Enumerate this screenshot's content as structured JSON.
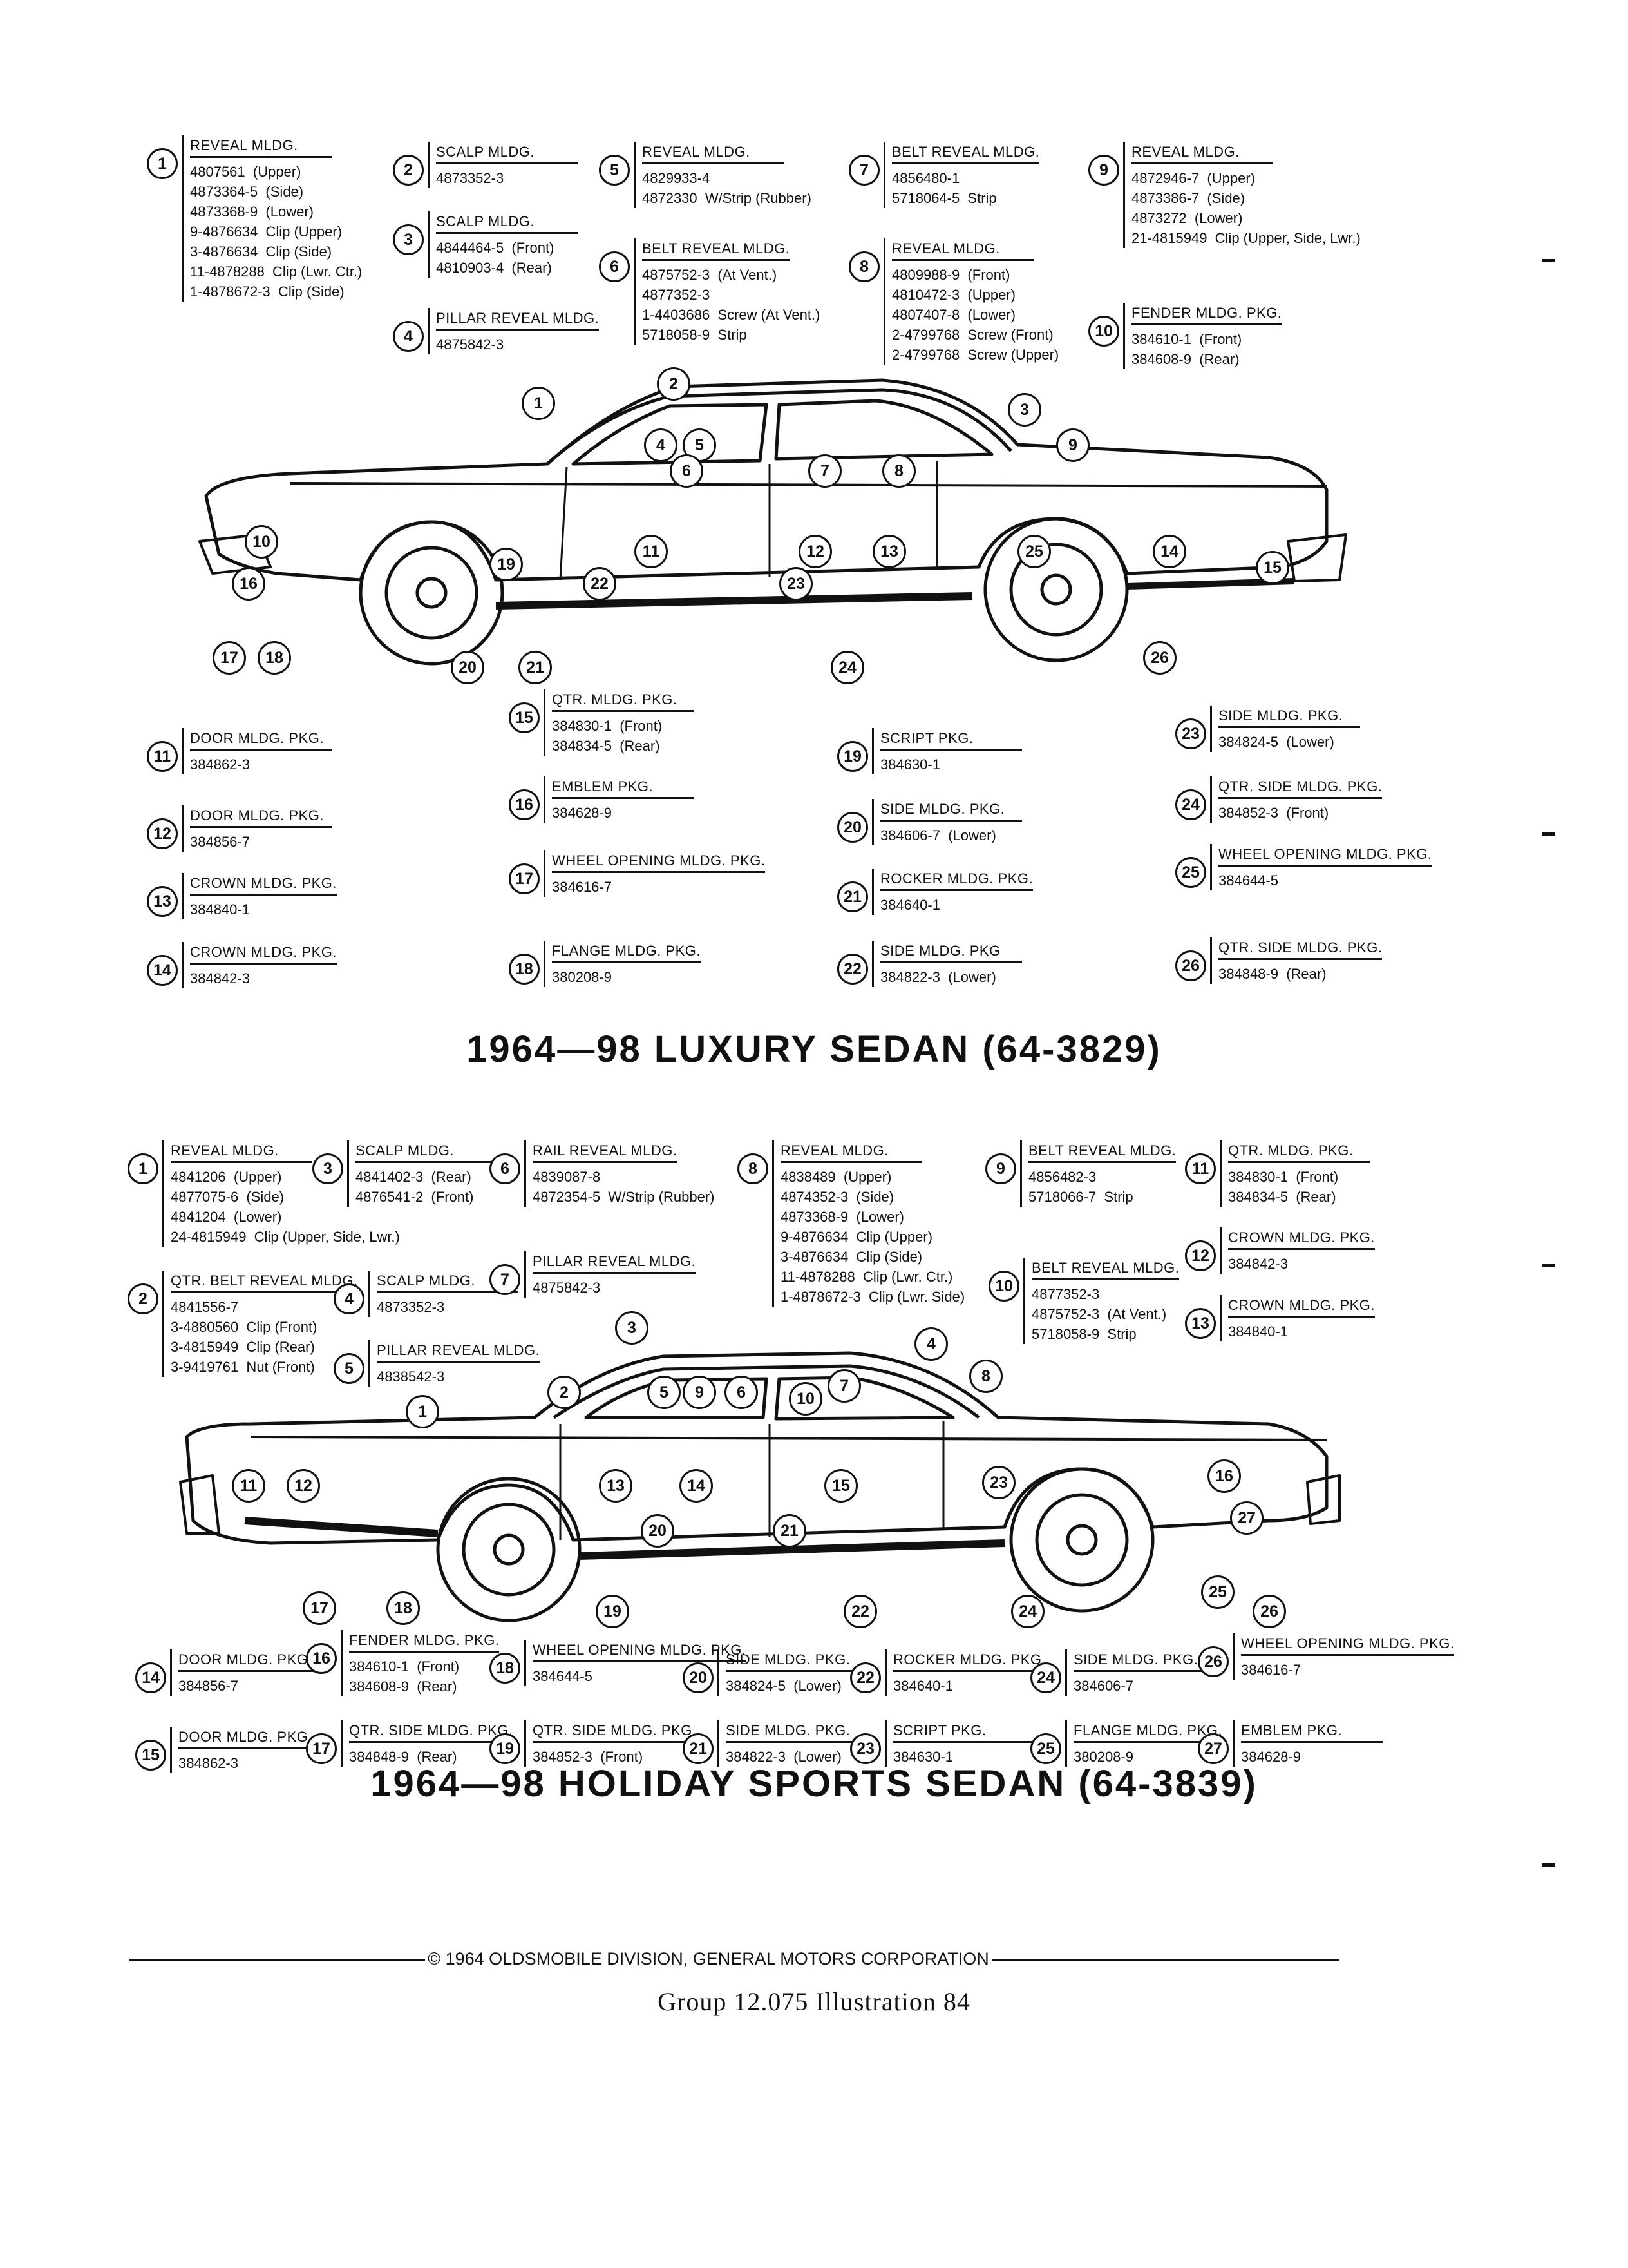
{
  "sedan": {
    "title": "1964—98 LUXURY SEDAN (64-3829)",
    "callouts": [
      {
        "n": "1",
        "title": "REVEAL MLDG.",
        "lines": [
          "4807561  (Upper)",
          "4873364-5  (Side)",
          "4873368-9  (Lower)",
          "9-4876634  Clip (Upper)",
          "3-4876634  Clip (Side)",
          "11-4878288  Clip (Lwr. Ctr.)",
          "1-4878672-3  Clip (Side)"
        ]
      },
      {
        "n": "2",
        "title": "SCALP MLDG.",
        "lines": [
          "4873352-3"
        ]
      },
      {
        "n": "3",
        "title": "SCALP MLDG.",
        "lines": [
          "4844464-5  (Front)",
          "4810903-4  (Rear)"
        ]
      },
      {
        "n": "4",
        "title": "PILLAR REVEAL MLDG.",
        "lines": [
          "4875842-3"
        ]
      },
      {
        "n": "5",
        "title": "REVEAL MLDG.",
        "lines": [
          "4829933-4",
          "4872330  W/Strip (Rubber)"
        ]
      },
      {
        "n": "6",
        "title": "BELT REVEAL MLDG.",
        "lines": [
          "4875752-3  (At Vent.)",
          "4877352-3",
          "1-4403686  Screw (At Vent.)",
          "5718058-9  Strip"
        ]
      },
      {
        "n": "7",
        "title": "BELT REVEAL MLDG.",
        "lines": [
          "4856480-1",
          "5718064-5  Strip"
        ]
      },
      {
        "n": "8",
        "title": "REVEAL MLDG.",
        "lines": [
          "4809988-9  (Front)",
          "4810472-3  (Upper)",
          "4807407-8  (Lower)",
          "2-4799768  Screw (Front)",
          "2-4799768  Screw (Upper)"
        ]
      },
      {
        "n": "9",
        "title": "REVEAL MLDG.",
        "lines": [
          "4872946-7  (Upper)",
          "4873386-7  (Side)",
          "4873272  (Lower)",
          "21-4815949  Clip (Upper, Side, Lwr.)"
        ]
      },
      {
        "n": "10",
        "title": "FENDER MLDG. PKG.",
        "lines": [
          "384610-1  (Front)",
          "384608-9  (Rear)"
        ]
      },
      {
        "n": "11",
        "title": "DOOR MLDG. PKG.",
        "lines": [
          "384862-3"
        ]
      },
      {
        "n": "12",
        "title": "DOOR MLDG. PKG.",
        "lines": [
          "384856-7"
        ]
      },
      {
        "n": "13",
        "title": "CROWN MLDG. PKG.",
        "lines": [
          "384840-1"
        ]
      },
      {
        "n": "14",
        "title": "CROWN MLDG. PKG.",
        "lines": [
          "384842-3"
        ]
      },
      {
        "n": "15",
        "title": "QTR. MLDG. PKG.",
        "lines": [
          "384830-1  (Front)",
          "384834-5  (Rear)"
        ]
      },
      {
        "n": "16",
        "title": "EMBLEM PKG.",
        "lines": [
          "384628-9"
        ]
      },
      {
        "n": "17",
        "title": "WHEEL OPENING MLDG. PKG.",
        "lines": [
          "384616-7"
        ]
      },
      {
        "n": "18",
        "title": "FLANGE MLDG. PKG.",
        "lines": [
          "380208-9"
        ]
      },
      {
        "n": "19",
        "title": "SCRIPT PKG.",
        "lines": [
          "384630-1"
        ]
      },
      {
        "n": "20",
        "title": "SIDE MLDG. PKG.",
        "lines": [
          "384606-7  (Lower)"
        ]
      },
      {
        "n": "21",
        "title": "ROCKER MLDG. PKG.",
        "lines": [
          "384640-1"
        ]
      },
      {
        "n": "22",
        "title": "SIDE MLDG. PKG",
        "lines": [
          "384822-3  (Lower)"
        ]
      },
      {
        "n": "23",
        "title": "SIDE MLDG. PKG.",
        "lines": [
          "384824-5  (Lower)"
        ]
      },
      {
        "n": "24",
        "title": "QTR. SIDE MLDG. PKG.",
        "lines": [
          "384852-3  (Front)"
        ]
      },
      {
        "n": "25",
        "title": "WHEEL OPENING MLDG. PKG.",
        "lines": [
          "384644-5"
        ]
      },
      {
        "n": "26",
        "title": "QTR. SIDE MLDG. PKG.",
        "lines": [
          "384848-9  (Rear)"
        ]
      }
    ]
  },
  "holiday": {
    "title": "1964—98 HOLIDAY SPORTS SEDAN (64-3839)",
    "callouts": [
      {
        "n": "1",
        "title": "REVEAL MLDG.",
        "lines": [
          "4841206  (Upper)",
          "4877075-6  (Side)",
          "4841204  (Lower)",
          "24-4815949  Clip (Upper, Side, Lwr.)"
        ]
      },
      {
        "n": "2",
        "title": "QTR. BELT REVEAL MLDG.",
        "lines": [
          "4841556-7",
          "3-4880560  Clip (Front)",
          "3-4815949  Clip (Rear)",
          "3-9419761  Nut (Front)"
        ]
      },
      {
        "n": "3",
        "title": "SCALP MLDG.",
        "lines": [
          "4841402-3  (Rear)",
          "4876541-2  (Front)"
        ]
      },
      {
        "n": "4",
        "title": "SCALP MLDG.",
        "lines": [
          "4873352-3"
        ]
      },
      {
        "n": "5",
        "title": "PILLAR REVEAL MLDG.",
        "lines": [
          "4838542-3"
        ]
      },
      {
        "n": "6",
        "title": "RAIL REVEAL MLDG.",
        "lines": [
          "4839087-8",
          "4872354-5  W/Strip (Rubber)"
        ]
      },
      {
        "n": "7",
        "title": "PILLAR REVEAL MLDG.",
        "lines": [
          "4875842-3"
        ]
      },
      {
        "n": "8",
        "title": "REVEAL MLDG.",
        "lines": [
          "4838489  (Upper)",
          "4874352-3  (Side)",
          "4873368-9  (Lower)",
          "9-4876634  Clip (Upper)",
          "3-4876634  Clip (Side)",
          "11-4878288  Clip (Lwr. Ctr.)",
          "1-4878672-3  Clip (Lwr. Side)"
        ]
      },
      {
        "n": "9",
        "title": "BELT REVEAL MLDG.",
        "lines": [
          "4856482-3",
          "5718066-7  Strip"
        ]
      },
      {
        "n": "10",
        "title": "BELT REVEAL MLDG.",
        "lines": [
          "4877352-3",
          "4875752-3  (At Vent.)",
          "5718058-9  Strip"
        ]
      },
      {
        "n": "11",
        "title": "QTR. MLDG. PKG.",
        "lines": [
          "384830-1  (Front)",
          "384834-5  (Rear)"
        ]
      },
      {
        "n": "12",
        "title": "CROWN MLDG. PKG.",
        "lines": [
          "384842-3"
        ]
      },
      {
        "n": "13",
        "title": "CROWN MLDG. PKG.",
        "lines": [
          "384840-1"
        ]
      },
      {
        "n": "14",
        "title": "DOOR MLDG. PKG.",
        "lines": [
          "384856-7"
        ]
      },
      {
        "n": "15",
        "title": "DOOR MLDG. PKG.",
        "lines": [
          "384862-3"
        ]
      },
      {
        "n": "16",
        "title": "FENDER MLDG. PKG.",
        "lines": [
          "384610-1  (Front)",
          "384608-9  (Rear)"
        ]
      },
      {
        "n": "17",
        "title": "QTR. SIDE MLDG. PKG.",
        "lines": [
          "384848-9  (Rear)"
        ]
      },
      {
        "n": "18",
        "title": "WHEEL OPENING MLDG. PKG.",
        "lines": [
          "384644-5"
        ]
      },
      {
        "n": "19",
        "title": "QTR. SIDE MLDG. PKG.",
        "lines": [
          "384852-3  (Front)"
        ]
      },
      {
        "n": "20",
        "title": "SIDE MLDG. PKG.",
        "lines": [
          "384824-5  (Lower)"
        ]
      },
      {
        "n": "21",
        "title": "SIDE MLDG. PKG.",
        "lines": [
          "384822-3  (Lower)"
        ]
      },
      {
        "n": "22",
        "title": "ROCKER MLDG. PKG.",
        "lines": [
          "384640-1"
        ]
      },
      {
        "n": "23",
        "title": "SCRIPT PKG.",
        "lines": [
          "384630-1"
        ]
      },
      {
        "n": "24",
        "title": "SIDE MLDG. PKG.",
        "lines": [
          "384606-7"
        ]
      },
      {
        "n": "25",
        "title": "FLANGE MLDG. PKG.",
        "lines": [
          "380208-9"
        ]
      },
      {
        "n": "26",
        "title": "WHEEL OPENING MLDG. PKG.",
        "lines": [
          "384616-7"
        ]
      },
      {
        "n": "27",
        "title": "EMBLEM PKG.",
        "lines": [
          "384628-9"
        ]
      }
    ]
  },
  "footer": {
    "copyright": "© 1964 OLDSMOBILE DIVISION, GENERAL MOTORS CORPORATION",
    "group": "Group 12.075   Illustration 84"
  }
}
